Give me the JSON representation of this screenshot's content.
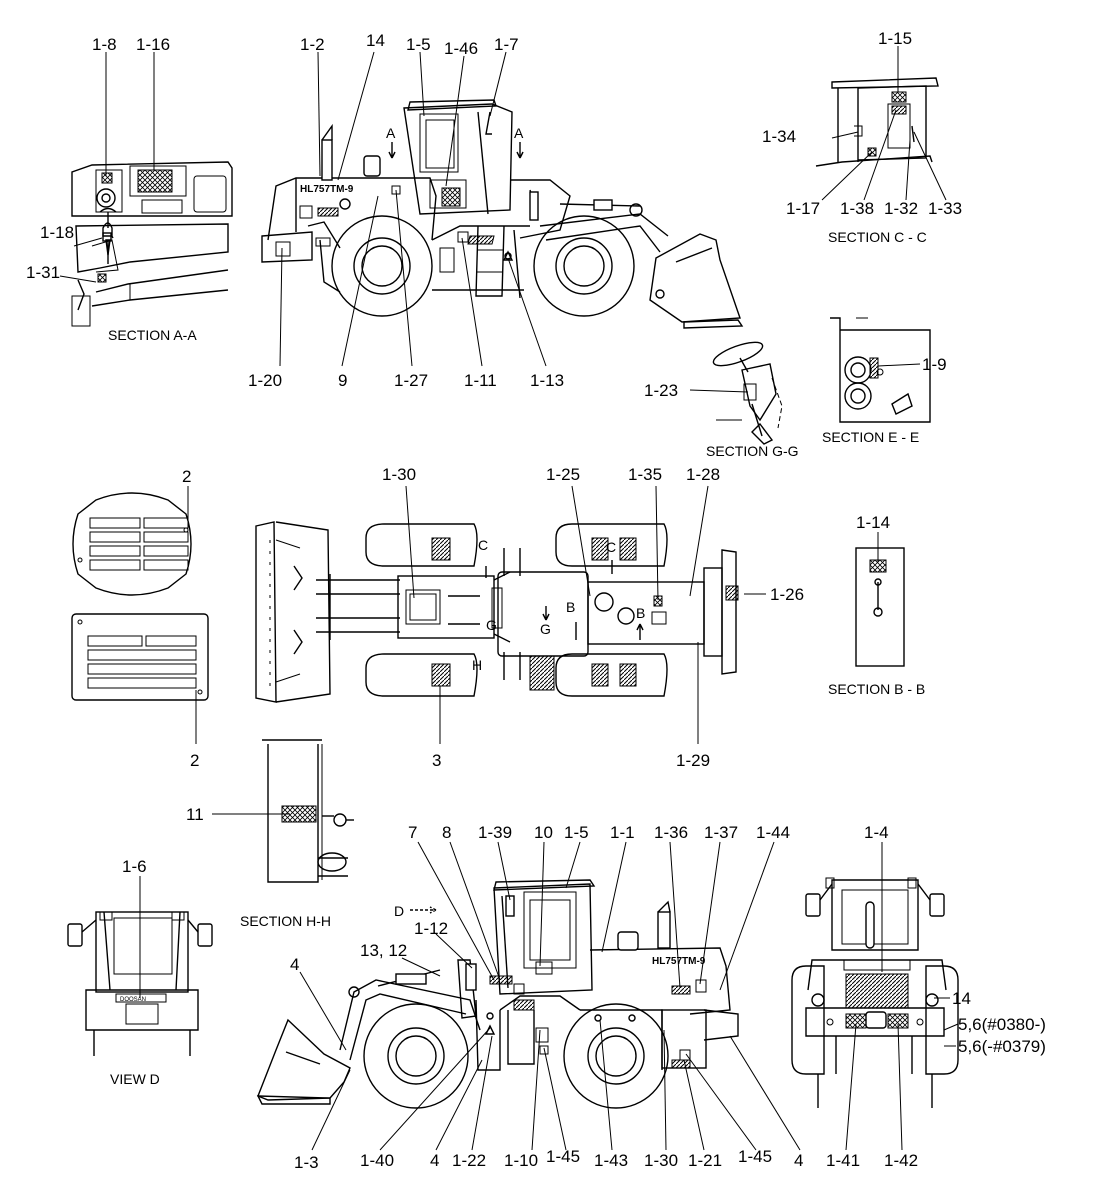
{
  "callouts": [
    {
      "id": "c18",
      "text": "1-8"
    },
    {
      "id": "c116",
      "text": "1-16"
    },
    {
      "id": "c12",
      "text": "1-2"
    },
    {
      "id": "c14n",
      "text": "14"
    },
    {
      "id": "c15",
      "text": "1-5"
    },
    {
      "id": "c146",
      "text": "1-46"
    },
    {
      "id": "c17",
      "text": "1-7"
    },
    {
      "id": "c115",
      "text": "1-15"
    },
    {
      "id": "c134",
      "text": "1-34"
    },
    {
      "id": "c117",
      "text": "1-17"
    },
    {
      "id": "c138",
      "text": "1-38"
    },
    {
      "id": "c132",
      "text": "1-32"
    },
    {
      "id": "c133",
      "text": "1-33"
    },
    {
      "id": "c118",
      "text": "1-18"
    },
    {
      "id": "c131",
      "text": "1-31"
    },
    {
      "id": "c120",
      "text": "1-20"
    },
    {
      "id": "c9",
      "text": "9"
    },
    {
      "id": "c127",
      "text": "1-27"
    },
    {
      "id": "c111",
      "text": "1-11"
    },
    {
      "id": "c113",
      "text": "1-13"
    },
    {
      "id": "c123",
      "text": "1-23"
    },
    {
      "id": "c19",
      "text": "1-9"
    },
    {
      "id": "c2a",
      "text": "2"
    },
    {
      "id": "c130a",
      "text": "1-30"
    },
    {
      "id": "c125",
      "text": "1-25"
    },
    {
      "id": "c135",
      "text": "1-35"
    },
    {
      "id": "c128",
      "text": "1-28"
    },
    {
      "id": "c114",
      "text": "1-14"
    },
    {
      "id": "c126",
      "text": "1-26"
    },
    {
      "id": "c2b",
      "text": "2"
    },
    {
      "id": "c3",
      "text": "3"
    },
    {
      "id": "c129",
      "text": "1-29"
    },
    {
      "id": "c11",
      "text": "11"
    },
    {
      "id": "c16",
      "text": "1-6"
    },
    {
      "id": "c7",
      "text": "7"
    },
    {
      "id": "c8",
      "text": "8"
    },
    {
      "id": "c139",
      "text": "1-39"
    },
    {
      "id": "c10",
      "text": "10"
    },
    {
      "id": "c15b",
      "text": "1-5"
    },
    {
      "id": "c11b",
      "text": "1-1"
    },
    {
      "id": "c136",
      "text": "1-36"
    },
    {
      "id": "c137",
      "text": "1-37"
    },
    {
      "id": "c144",
      "text": "1-44"
    },
    {
      "id": "c14b",
      "text": "1-4"
    },
    {
      "id": "c112",
      "text": "1-12"
    },
    {
      "id": "c1312",
      "text": "13, 12"
    },
    {
      "id": "c4a",
      "text": "4"
    },
    {
      "id": "c14c",
      "text": "14"
    },
    {
      "id": "c56a",
      "text": "5,6(#0380-)"
    },
    {
      "id": "c56b",
      "text": "5,6(-#0379)"
    },
    {
      "id": "c13b",
      "text": "1-3"
    },
    {
      "id": "c140",
      "text": "1-40"
    },
    {
      "id": "c4b",
      "text": "4"
    },
    {
      "id": "c122",
      "text": "1-22"
    },
    {
      "id": "c110",
      "text": "1-10"
    },
    {
      "id": "c145a",
      "text": "1-45"
    },
    {
      "id": "c143",
      "text": "1-43"
    },
    {
      "id": "c130b",
      "text": "1-30"
    },
    {
      "id": "c121",
      "text": "1-21"
    },
    {
      "id": "c145b",
      "text": "1-45"
    },
    {
      "id": "c4c",
      "text": "4"
    },
    {
      "id": "c141",
      "text": "1-41"
    },
    {
      "id": "c142",
      "text": "1-42"
    }
  ],
  "section_titles": {
    "aa": "SECTION A-A",
    "cc": "SECTION C - C",
    "gg": "SECTION G-G",
    "ee": "SECTION E - E",
    "bb": "SECTION B - B",
    "hh": "SECTION H-H",
    "vd": "VIEW D"
  },
  "view_markers": [
    {
      "id": "mA1",
      "text": "A"
    },
    {
      "id": "mA2",
      "text": "A"
    },
    {
      "id": "mC1",
      "text": "C"
    },
    {
      "id": "mC2",
      "text": "C"
    },
    {
      "id": "mG1",
      "text": "G"
    },
    {
      "id": "mG2",
      "text": "G"
    },
    {
      "id": "mB1",
      "text": "B"
    },
    {
      "id": "mB2",
      "text": "B"
    },
    {
      "id": "mH",
      "text": "H"
    },
    {
      "id": "mD",
      "text": "D"
    }
  ]
}
